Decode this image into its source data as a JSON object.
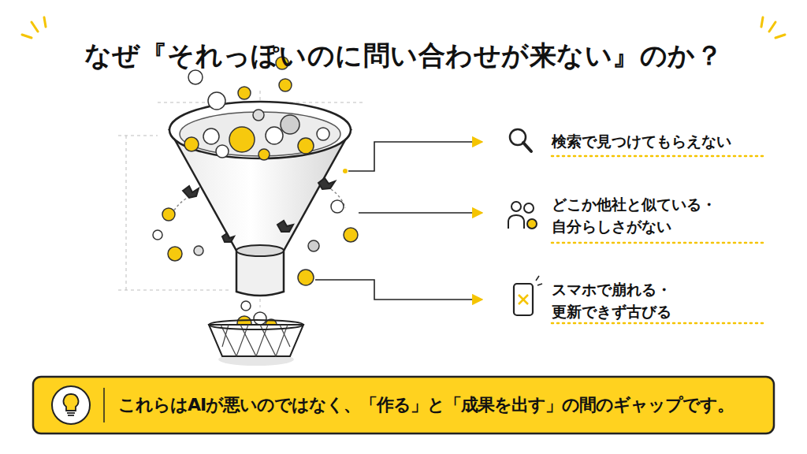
{
  "diagram": {
    "title": "なぜ『それっぽいのに問い合わせが来ない』のか？",
    "nodes": [
      {
        "text": [
          "これらはAIが悪いのではなく、「作る」と「成果を出す」の間のギャップです。"
        ]
      }
    ],
    "labels": [
      "検索で見つけてもらえない",
      "どこか他社と似ている・ 自分らしさがない",
      "スマホで崩れる・ 更新できず古びる"
    ]
  }
}
